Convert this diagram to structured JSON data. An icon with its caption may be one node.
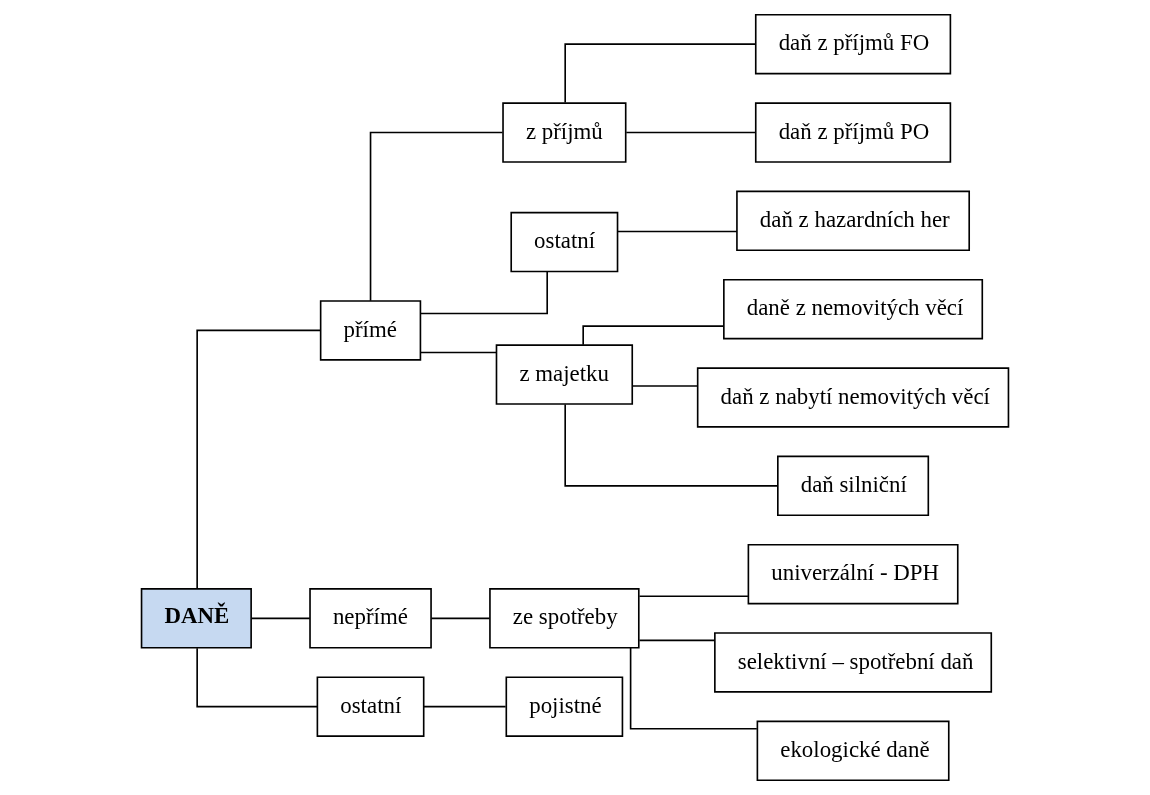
{
  "diagram": {
    "nodes": [
      {
        "text": [
          "DANĚ"
        ]
      },
      {
        "text": [
          "přímé"
        ]
      },
      {
        "text": [
          "nepřímé"
        ]
      },
      {
        "text": [
          "ostatní"
        ]
      },
      {
        "text": [
          "z příjmů"
        ]
      },
      {
        "text": [
          "ostatní"
        ]
      },
      {
        "text": [
          "z majetku"
        ]
      },
      {
        "text": [
          "daň z příjmů FO"
        ]
      },
      {
        "text": [
          "daň z příjmů PO"
        ]
      },
      {
        "text": [
          "daň z hazardních her"
        ]
      },
      {
        "text": [
          "daně z nemovitých věcí"
        ]
      },
      {
        "text": [
          "daň z nabytí nemovitých věcí"
        ]
      },
      {
        "text": [
          "daň silniční"
        ]
      },
      {
        "text": [
          "ze spotřeby"
        ]
      },
      {
        "text": [
          "univerzální - DPH"
        ]
      },
      {
        "text": [
          "selektivní – spotřební daň"
        ]
      },
      {
        "text": [
          "ekologické daně"
        ]
      },
      {
        "text": [
          "pojistné"
        ]
      }
    ],
    "edges": [
      {
        "from": 0,
        "to": 1,
        "arrow": "none"
      },
      {
        "from": 0,
        "to": 2,
        "arrow": "none"
      },
      {
        "from": 0,
        "to": 3,
        "arrow": "none"
      },
      {
        "from": 1,
        "to": 4,
        "arrow": "none"
      },
      {
        "from": 1,
        "to": 5,
        "arrow": "none"
      },
      {
        "from": 1,
        "to": 6,
        "arrow": "none"
      },
      {
        "from": 4,
        "to": 7,
        "arrow": "none"
      },
      {
        "from": 4,
        "to": 8,
        "arrow": "none"
      },
      {
        "from": 5,
        "to": 9,
        "arrow": "none"
      },
      {
        "from": 6,
        "to": 10,
        "arrow": "none"
      },
      {
        "from": 6,
        "to": 11,
        "arrow": "none"
      },
      {
        "from": 6,
        "to": 12,
        "arrow": "none"
      },
      {
        "from": 2,
        "to": 13,
        "arrow": "none"
      },
      {
        "from": 13,
        "to": 14,
        "arrow": "none"
      },
      {
        "from": 13,
        "to": 15,
        "arrow": "none"
      },
      {
        "from": 13,
        "to": 16,
        "arrow": "none"
      },
      {
        "from": 3,
        "to": 17,
        "arrow": "none"
      }
    ]
  }
}
